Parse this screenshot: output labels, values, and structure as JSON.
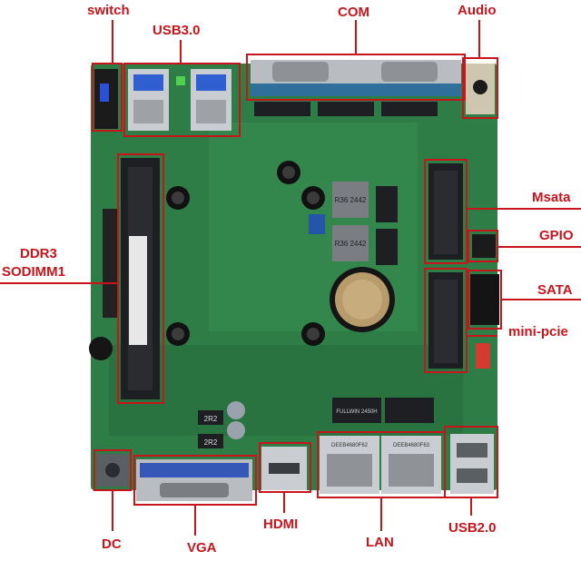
{
  "labels": {
    "switch": "switch",
    "usb30": "USB3.0",
    "com": "COM",
    "audio": "Audio",
    "msata": "Msata",
    "gpio": "GPIO",
    "sata": "SATA",
    "minipcie": "mini-pcie",
    "ddr3_line1": "DDR3",
    "ddr3_line2": "SODIMM1",
    "dc": "DC",
    "vga": "VGA",
    "hdmi": "HDMI",
    "lan": "LAN",
    "usb20": "USB2.0"
  },
  "board_text": {
    "choke_top": "R36 2442",
    "choke_bottom": "R36 2442",
    "lan_chip": "FULLWIN 2450H",
    "lan_port_1": "DEEB4680F62",
    "lan_port_2": "DEEB4680F63",
    "cap_1": "2R2",
    "cap_2": "2R2"
  },
  "colors": {
    "board": "#2e7d46",
    "board_light": "#3a8f52",
    "label": "#c8141b",
    "com_blue": "#2f6f9c",
    "vga_blue": "#3557b8",
    "metal": "#b9bcc0",
    "chip": "#1d1f22"
  }
}
